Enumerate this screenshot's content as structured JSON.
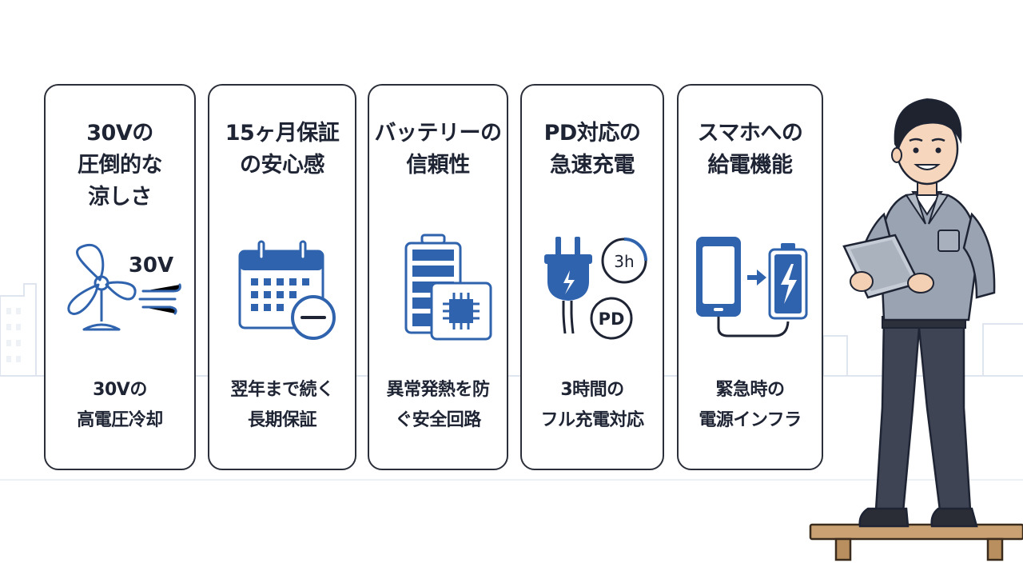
{
  "cards": [
    {
      "title": [
        "30Vの",
        "圧倒的な",
        "涼しさ"
      ],
      "icon": "fan-icon",
      "icon_label": "30V",
      "desc": [
        "30Vの",
        "高電圧冷却"
      ]
    },
    {
      "title": [
        "15ヶ月保証",
        "の安心感"
      ],
      "icon": "calendar-icon",
      "desc": [
        "翌年まで続く",
        "長期保証"
      ]
    },
    {
      "title": [
        "バッテリーの",
        "信頼性"
      ],
      "icon": "battery-chip-icon",
      "desc": [
        "異常発熱を防",
        "ぐ安全回路"
      ]
    },
    {
      "title": [
        "PD対応の",
        "急速充電"
      ],
      "icon": "plug-icon",
      "icon_label_time": "3h",
      "icon_label_pd": "PD",
      "desc": [
        "3時間の",
        "フル充電対応"
      ]
    },
    {
      "title": [
        "スマホへの",
        "給電機能"
      ],
      "icon": "phone-battery-icon",
      "desc": [
        "緊急時の",
        "電源インフラ"
      ]
    }
  ],
  "colors": {
    "accent": "#2f63ad",
    "text": "#1e2433",
    "border": "#2b2f3a",
    "skyline": "#e4e9f1"
  }
}
